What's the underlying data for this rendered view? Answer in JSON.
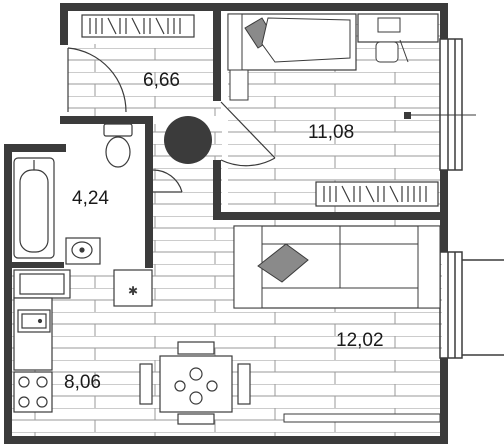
{
  "colors": {
    "wall": "#3b3b3b",
    "line": "#4a4a4a",
    "floor_line": "#8a8a8a",
    "fill": "#ffffff",
    "column": "#3b3b3b"
  },
  "rooms": [
    {
      "id": "hall",
      "area": "6,66"
    },
    {
      "id": "bathroom",
      "area": "4,24"
    },
    {
      "id": "bedroom",
      "area": "11,08"
    },
    {
      "id": "living-room",
      "area": "12,02"
    },
    {
      "id": "kitchen",
      "area": "8,06"
    }
  ],
  "icons": {
    "bed": "bed-icon",
    "desk": "desk-icon",
    "sofa": "sofa-icon",
    "dining": "dining-table-icon",
    "bathtub": "bathtub-icon",
    "toilet": "toilet-icon",
    "sink": "sink-icon",
    "stove": "stove-icon",
    "radiator": "radiator-icon",
    "washer": "washing-machine-icon"
  }
}
